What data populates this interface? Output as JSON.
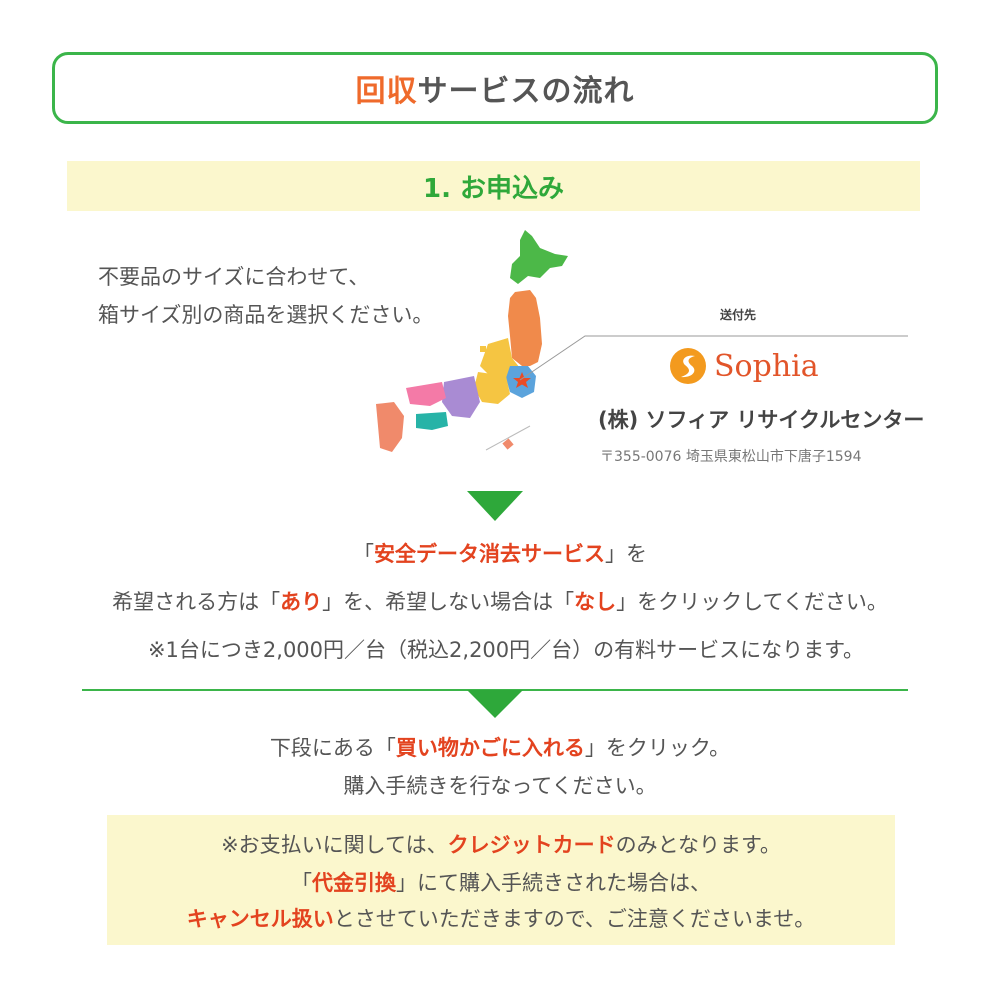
{
  "title": {
    "accent": "回収",
    "rest": "サービスの流れ"
  },
  "step": {
    "label": "1. お申込み"
  },
  "intro": {
    "line1": "不要品のサイズに合わせて、",
    "line2": "箱サイズ別の商品を選択ください。"
  },
  "destination": {
    "label": "送付先",
    "logo_text": "Sophia",
    "company": "(株) ソフィア リサイクルセンター",
    "address": "〒355-0076 埼玉県東松山市下唐子1594"
  },
  "service": {
    "line1_open": "「",
    "line1_hl": "安全データ消去サービス",
    "line1_close": "」を",
    "line2_a": "希望される方は「",
    "line2_hl1": "あり",
    "line2_b": "」を、希望しない場合は「",
    "line2_hl2": "なし",
    "line2_c": "」をクリックしてください。",
    "line3": "※1台につき2,000円／台（税込2,200円／台）の有料サービスになります。"
  },
  "cart": {
    "line1_a": "下段にある「",
    "line1_hl": "買い物かごに入れる",
    "line1_b": "」をクリック。",
    "line2": "購入手続きを行なってください。"
  },
  "notice": {
    "line1_a": "※お支払いに関しては、",
    "line1_hl": "クレジットカード",
    "line1_b": "のみとなります。",
    "line2_a": "「",
    "line2_hl": "代金引換",
    "line2_b": "」にて購入手続きされた場合は、",
    "line3_hl": "キャンセル扱い",
    "line3_b": "とさせていただきますので、ご注意くださいませ。"
  },
  "colors": {
    "green": "#3bb54a",
    "orange": "#ef6a2b",
    "red": "#e3431f",
    "band": "#fbf7cd"
  },
  "icons": {
    "map": "japan-map-icon",
    "logo": "sophia-logo-icon",
    "arrow": "arrow-down-icon",
    "star": "star-icon"
  }
}
